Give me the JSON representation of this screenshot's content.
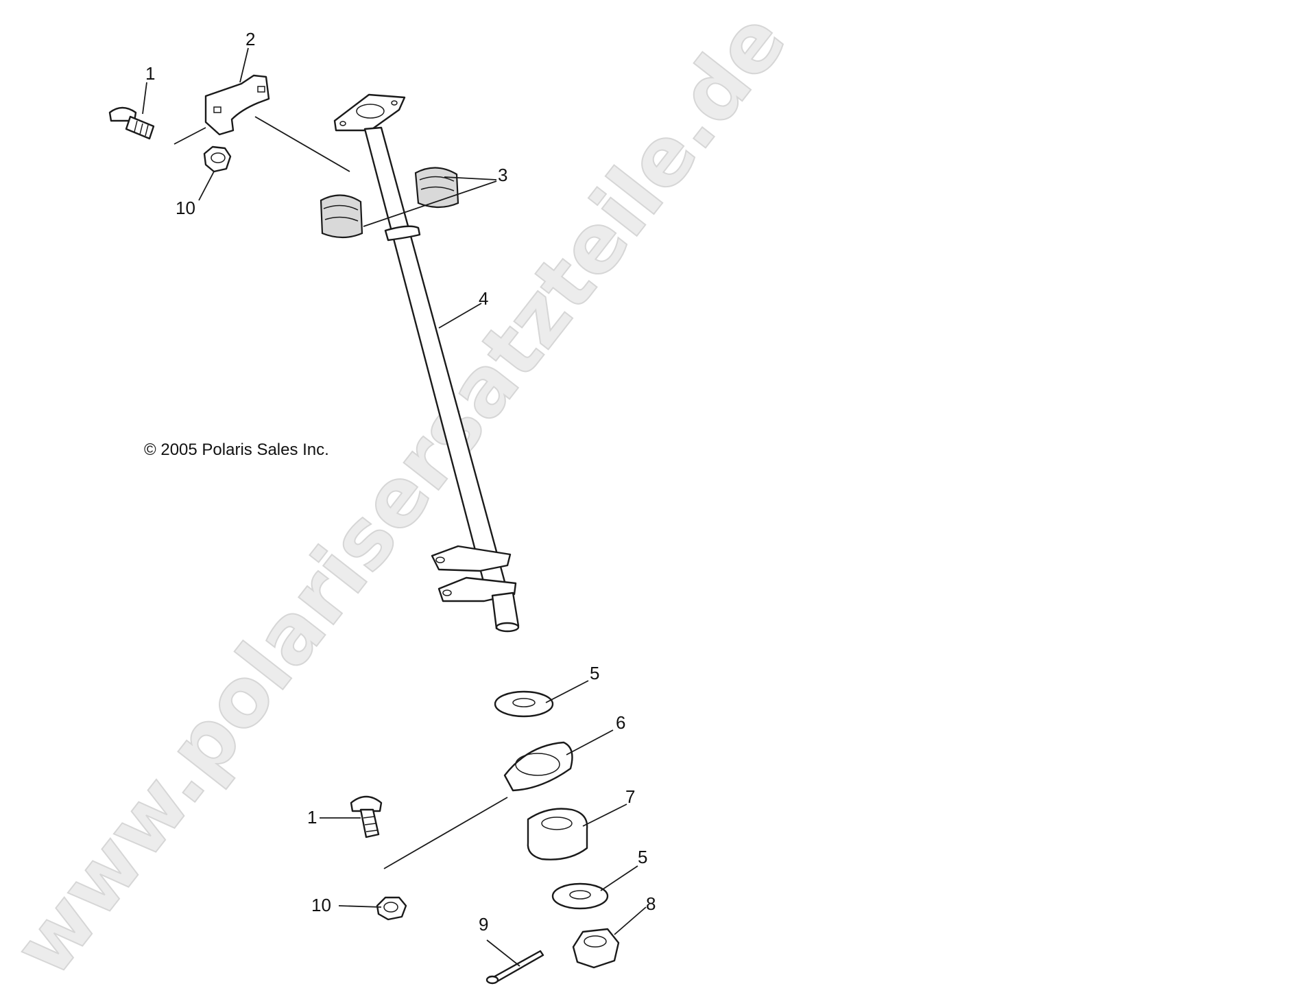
{
  "diagram": {
    "watermark": "www.polarisersatzteile.de",
    "copyright": "© 2005 Polaris Sales Inc.",
    "callouts": {
      "c1_top": "1",
      "c2": "2",
      "c3": "3",
      "c4": "4",
      "c5_upper": "5",
      "c6": "6",
      "c1_bottom": "1",
      "c7": "7",
      "c5_lower": "5",
      "c8": "8",
      "c9": "9",
      "c10_top": "10",
      "c10_bottom": "10"
    }
  }
}
